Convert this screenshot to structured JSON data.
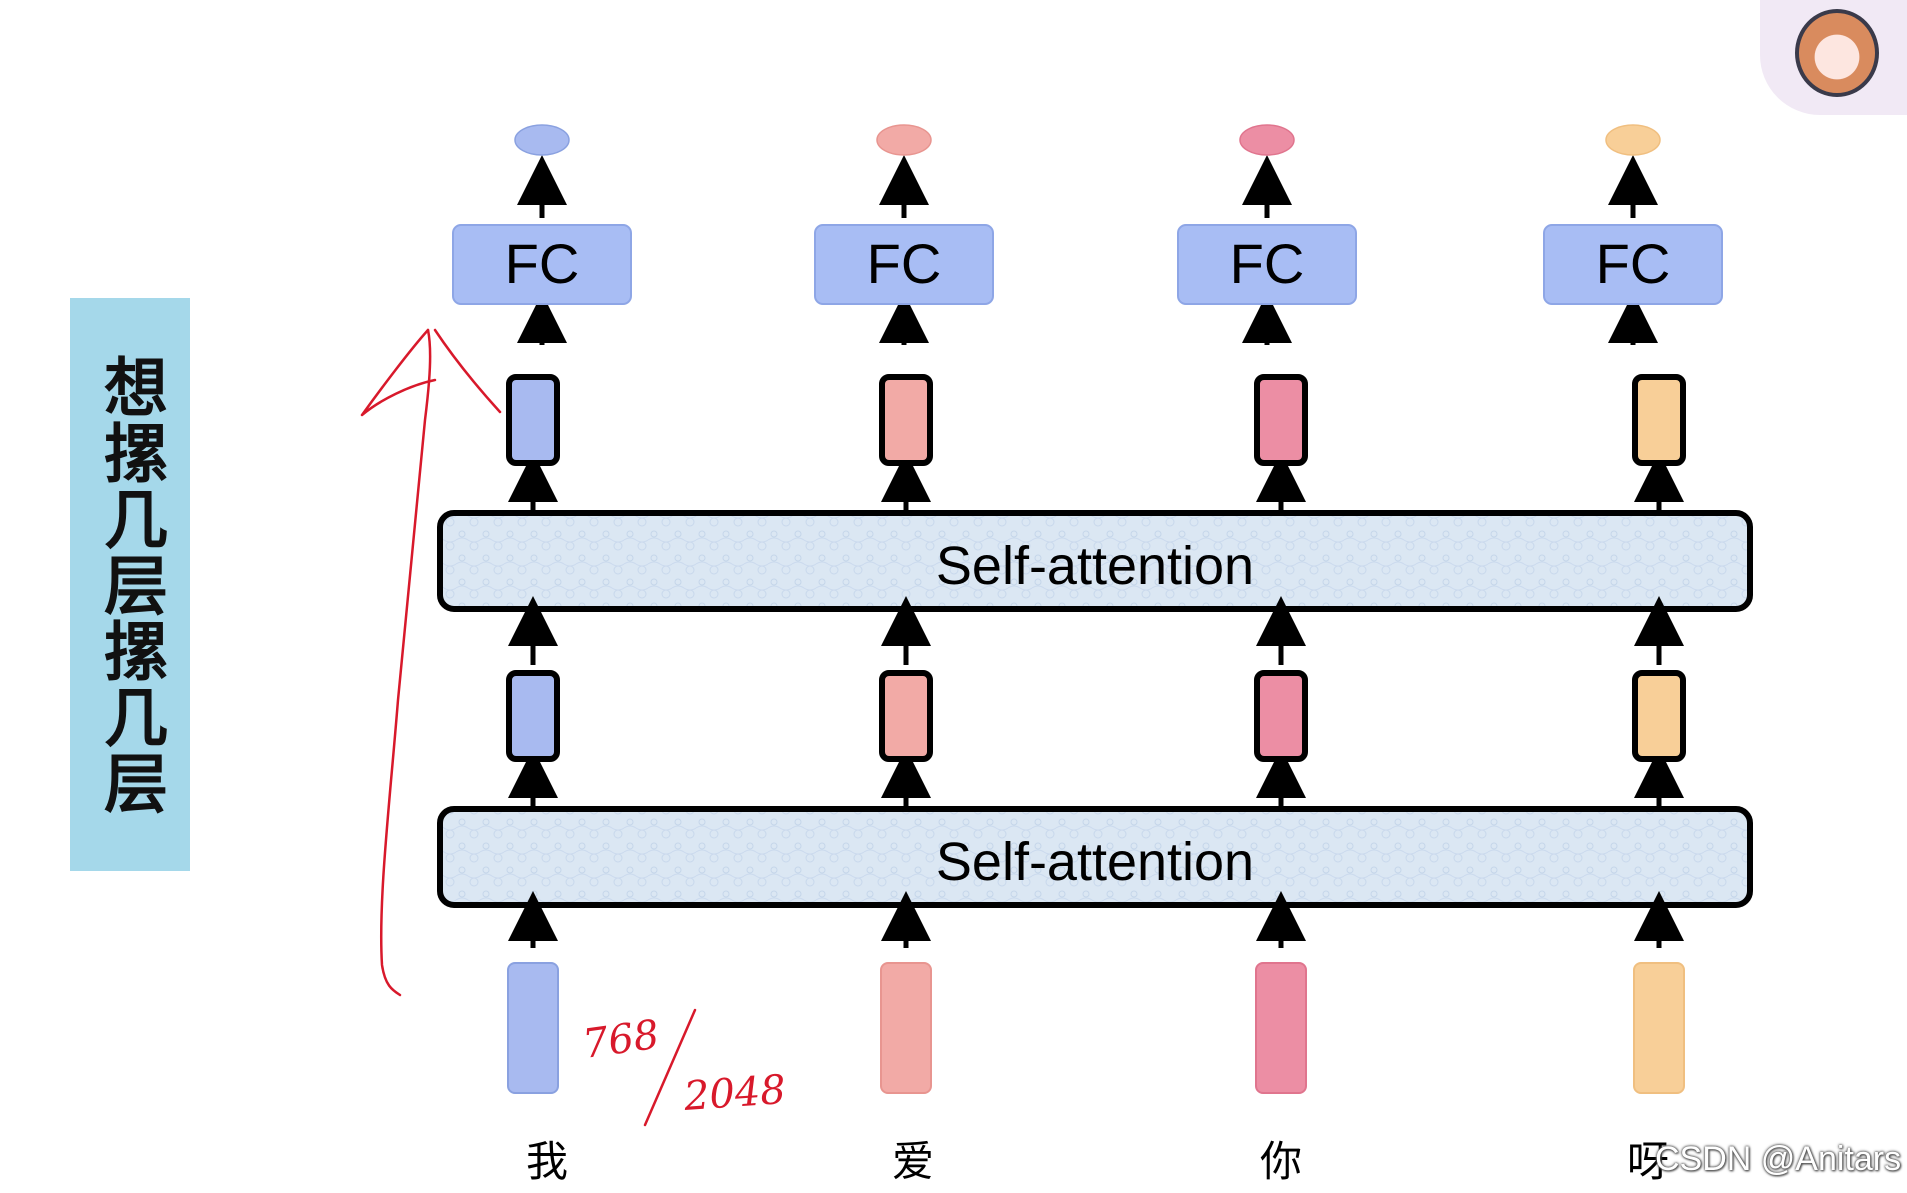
{
  "side_label": "想摞几层摞几层",
  "fc_label": "FC",
  "attention_label": "Self-attention",
  "tokens": [
    "我",
    "爱",
    "你",
    "呀"
  ],
  "token_colors": [
    {
      "fill": "#a8baf0",
      "stroke": "#8aa1e0"
    },
    {
      "fill": "#f2aaa6",
      "stroke": "#e89590"
    },
    {
      "fill": "#ec8ea4",
      "stroke": "#e0758e"
    },
    {
      "fill": "#f8cf98",
      "stroke": "#f0bf80"
    }
  ],
  "fc_fill": "#a8bdf4",
  "attention_fill": "#dbe7f3",
  "annotation_color": "#d8192b",
  "handwritten_note": "768/2048",
  "watermark": "CSDN @Anitars",
  "avatar_icon": "anime-avatar-icon"
}
